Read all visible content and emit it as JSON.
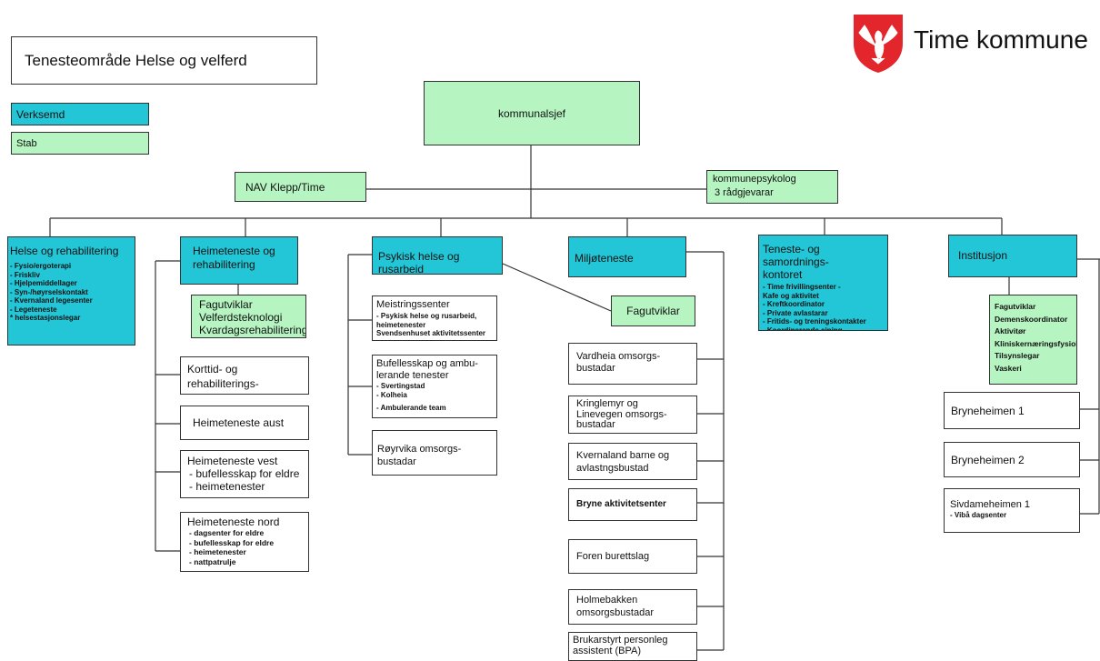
{
  "header": {
    "title": "Tenesteområde Helse og velferd",
    "logo_text": "Time kommune",
    "logo_color": "#e3262b"
  },
  "legend": {
    "verksemd": "Verksemd",
    "stab": "Stab",
    "verksemd_color": "#22c6d6",
    "stab_color": "#b6f5c1"
  },
  "top": {
    "kommunalsjef": "kommunalsjef",
    "nav": "NAV Klepp/Time",
    "psykolog_title": "kommunepsykolog",
    "psykolog_sub": "3 rådgjevarar"
  },
  "helse": {
    "title": "Helse og rehabilitering",
    "items": "- Fysio/ergoterapi\n- Friskliv\n- Hjelpemiddellager\n- Syn-/høyrselskontakt\n- Kvernaland legesenter\n- Legeteneste\n  * helsestasjonslegar"
  },
  "heime": {
    "title": "Heimeteneste og\nrehabilitering",
    "stab": "Fagutviklar\nVelferdsteknologi\nKvardagsrehabilitering",
    "korttid": "Korttid- og rehabiliterings-\navdeling",
    "aust": "Heimeteneste aust",
    "vest_title": "Heimeteneste vest",
    "vest_items": "- bufellesskap for eldre\n- heimetenester",
    "nord_title": "Heimeteneste nord",
    "nord_items": "- dagsenter for eldre\n- bufellesskap for eldre\n- heimetenester\n- nattpatrulje"
  },
  "psyk": {
    "title": "Psykisk helse og rusarbeid",
    "meistring_title": "Meistringssenter",
    "meistring_items": "- Psykisk helse og rusarbeid,\n  heimetenester\n  Svendsenhuset aktivitetssenter",
    "bufelles_title": "Bufellesskap og ambu-\nlerande tenester",
    "bufelles_items": "- Svertingstad\n- Kolheia",
    "bufelles_extra": "- Ambulerande team",
    "royrvika": "Røyrvika omsorgs-\nbustadar"
  },
  "miljo": {
    "title": "Miljøteneste",
    "fagutviklar": "Fagutviklar",
    "items": [
      "Vardheia omsorgs-\nbustadar",
      "Kringlemyr og\nLinevegen omsorgs-\nbustadar",
      "Kvernaland barne og\navlastngsbustad",
      "Bryne aktivitetsenter",
      "Foren burettslag",
      "Holmebakken\nomsorgsbustadar",
      "Brukarstyrt personleg\nassistent (BPA)"
    ]
  },
  "teneste": {
    "title": "Teneste- og samordnings-\nkontoret",
    "items": "- Time frivillingsenter -\n  Kafe og aktivitet\n- Kreftkoordinator\n- Private avlastarar\n- Fritids- og treningskontakter\n- Koordinerande eining"
  },
  "inst": {
    "title": "Institusjon",
    "stab": "Fagutviklar\nDemenskoordinator\nAktivitør\nKliniskernæringsfysiolog\nTilsynslegar\nVaskeri",
    "bryne1": "Bryneheimen 1",
    "bryne2": "Bryneheimen 2",
    "sivd_title": "Sivdameheimen 1",
    "sivd_sub": "- Vibå dagsenter"
  }
}
